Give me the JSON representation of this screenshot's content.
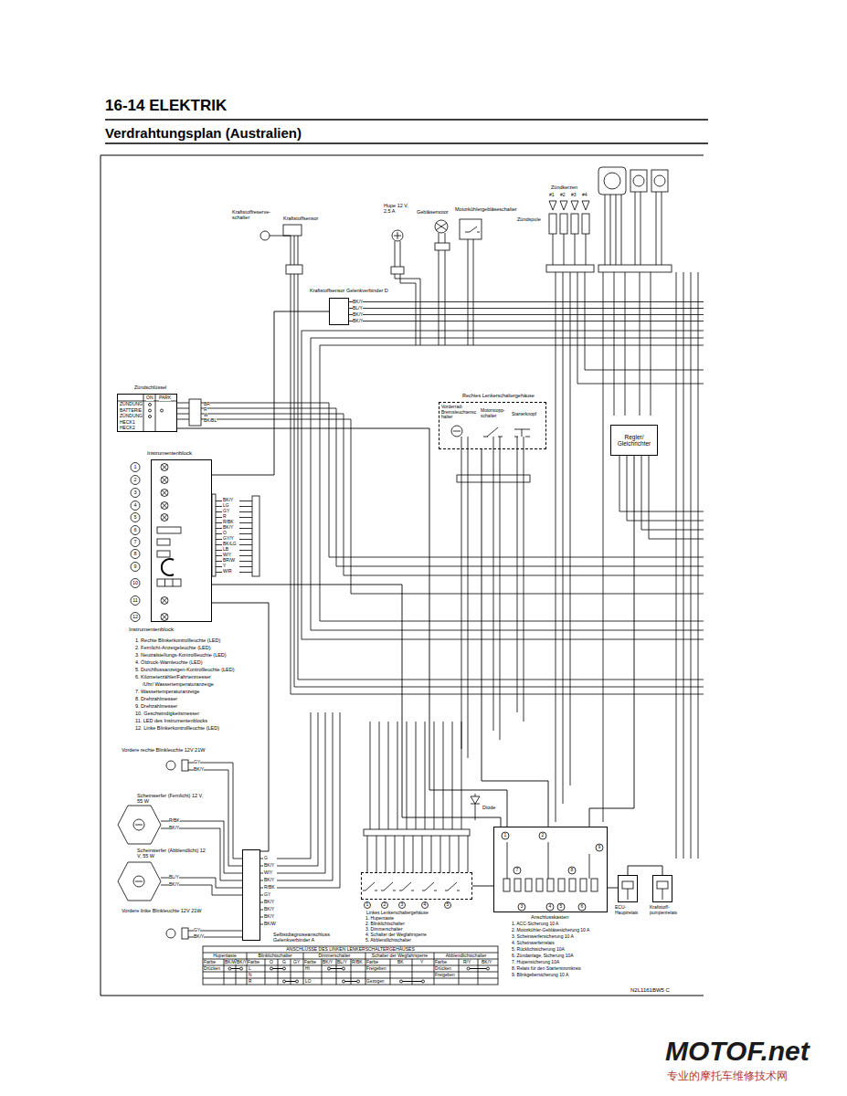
{
  "diagram": {
    "title": "16-14 ELEKTRIK",
    "nodes": [
      {
        "text": [
          "Kraftstoffsensor Gelenkverbinder D"
        ]
      },
      {
        "text": [
          "Zündschlüssel"
        ]
      },
      {
        "text": [
          "Instrumentenblock",
          "Instrumentenblock"
        ]
      },
      {
        "text": [
          "Rechtes Lenkerschaltergehäuse"
        ]
      },
      {
        "text": [
          "Regler/ Gleichrichter"
        ]
      },
      {
        "text": [
          "Selbstdiagnoseanschluss Gelenkverbinder A"
        ]
      },
      {
        "text": [
          "Linkes Lenkerschaltergehäuse"
        ]
      },
      {
        "text": [
          "Anschlusskasten"
        ]
      },
      {
        "text": [
          "ECU- Hauptrelais"
        ]
      },
      {
        "text": [
          "Kraftstoff- pumpenrelais"
        ]
      }
    ],
    "edges": [
      {
        "from": 1,
        "to": 7,
        "arrow": "none"
      },
      {
        "from": 2,
        "to": 7,
        "arrow": "none"
      },
      {
        "from": 3,
        "to": 7,
        "arrow": "none"
      },
      {
        "from": 6,
        "to": 7,
        "arrow": "none"
      },
      {
        "from": 4,
        "to": 7,
        "arrow": "none"
      },
      {
        "from": 0,
        "to": 2,
        "arrow": "none"
      },
      {
        "from": 5,
        "to": 2,
        "arrow": "none"
      },
      {
        "from": 8,
        "to": 7,
        "arrow": "none"
      },
      {
        "from": 9,
        "to": 8,
        "arrow": "none"
      }
    ],
    "labels": [
      "Verdrahtungsplan (Australien)",
      "Kraftstoffreserve- schalter",
      "Kraftstoffsensor",
      "Hupe 12 V, 2,5 A",
      "Gebläsemotor",
      "Motorkühlergebläseschalter",
      "Zündkerzen",
      "#1",
      "#2",
      "#3",
      "#4",
      "Zündspule",
      "BK/Y",
      "BL/Y",
      "BK/Y",
      "BK/Y",
      "ON",
      "PARK",
      "ZÜNDUNG",
      "BATTERIE",
      "ZÜNDUNG",
      "HECK1",
      "HECK2",
      "BR",
      "R",
      "W",
      "BK/BL",
      "1",
      "2",
      "3",
      "4",
      "5",
      "6",
      "7",
      "8",
      "9",
      "10",
      "11",
      "12",
      "BK/Y",
      "LG",
      "GY",
      "R",
      "R/BK",
      "BK/Y",
      "O",
      "GY/Y",
      "BK/LG",
      "LB",
      "W/Y",
      "BR/W",
      "Y",
      "W/R",
      "1. Rechte Blinkerkontrollleuchte (LED)",
      "2. Fernlicht-Anzeigeleuchte (LED)",
      "3. Neutralstellungs-Kontrollleuchte (LED)",
      "4. Öldruck-Warnleuchte (LED)",
      "5. Durchflussanzeigen-Kontrollleuchte (LED)",
      "6. Kilometerzähler/Fahrtenmesser",
      "/Uhr/ Wassertemperaturanzeige",
      "7. Wassertemperaturanzeige",
      "8. Drehzahlmesser",
      "9. Drehzahlmesser",
      "10. Geschwindigkeitsmesser",
      "11. LED des Instrumentenblocks",
      "12. Linke Blinkerkontrollleuchte (LED)",
      "Vorderrad- Bremsleuchtenschalter",
      "Motorstopp- schalter",
      "Starterknopf",
      "Vordere rechte Blinkleuchte 12V 21W",
      "GY",
      "BK/Y",
      "Scheinwerfer (Fernlicht) 12 V, 55 W",
      "R/BK",
      "BK/Y",
      "Scheinwerfer (Abblendlicht) 12 V, 55 W",
      "BL/Y",
      "BK/Y",
      "Vordere linke Blinkleuchte 12V 21W",
      "GY",
      "BK/Y",
      "G",
      "BK/Y",
      "W/Y",
      "BK/Y",
      "R/BK",
      "GY",
      "BK/Y",
      "BK/Y",
      "BK/Y",
      "BK/W",
      "1",
      "2",
      "3",
      "4",
      "5",
      "1. Hupentaste",
      "2. Blinklichtschalter",
      "3. Dimmerschalter",
      "4. Schalter der Wegfahrsperre",
      "5. Abblendlichtschalter",
      "Diode",
      "1",
      "2",
      "3",
      "4",
      "5",
      "6",
      "7",
      "8",
      "9",
      "1. ACC-Sicherung 10 A",
      "2. Motorkühler-Gebläsesicherung 10 A",
      "3. Scheinwerfersicherung 10 A",
      "4. Scheinwerferrelais",
      "5. Rücklichtsicherung 10A",
      "6. Zündanlage, Sicherung 10A",
      "7. Hupensicherung 10A",
      "8. Relais für den Starterstromkreis",
      "9. Blinkgebersicherung 10 A",
      "ANSCHLÜSSE DES LINKEN LENKERSCHALTERGEHÄUSES",
      "Hupentaste",
      "Blinklichtschalter",
      "Dimmerschalter",
      "Schalter der Wegfahrsperre",
      "Abblendlichtschalter",
      "Farbe",
      "BK/W",
      "BK/Y",
      "Farbe",
      "O",
      "G",
      "GY",
      "Farbe",
      "BK/Y",
      "BL/Y",
      "R/BK",
      "Farbe",
      "BK",
      "Y",
      "Farbe",
      "R/Y",
      "BK/Y",
      "Drücken",
      "L",
      "N",
      "R",
      "HI",
      "LO",
      "Freigeben",
      "Gezogen",
      "Drücken",
      "Freigeben",
      "N2L1161BW5 C",
      "MOTOF.net",
      "专业的摩托车维修技术网"
    ]
  }
}
